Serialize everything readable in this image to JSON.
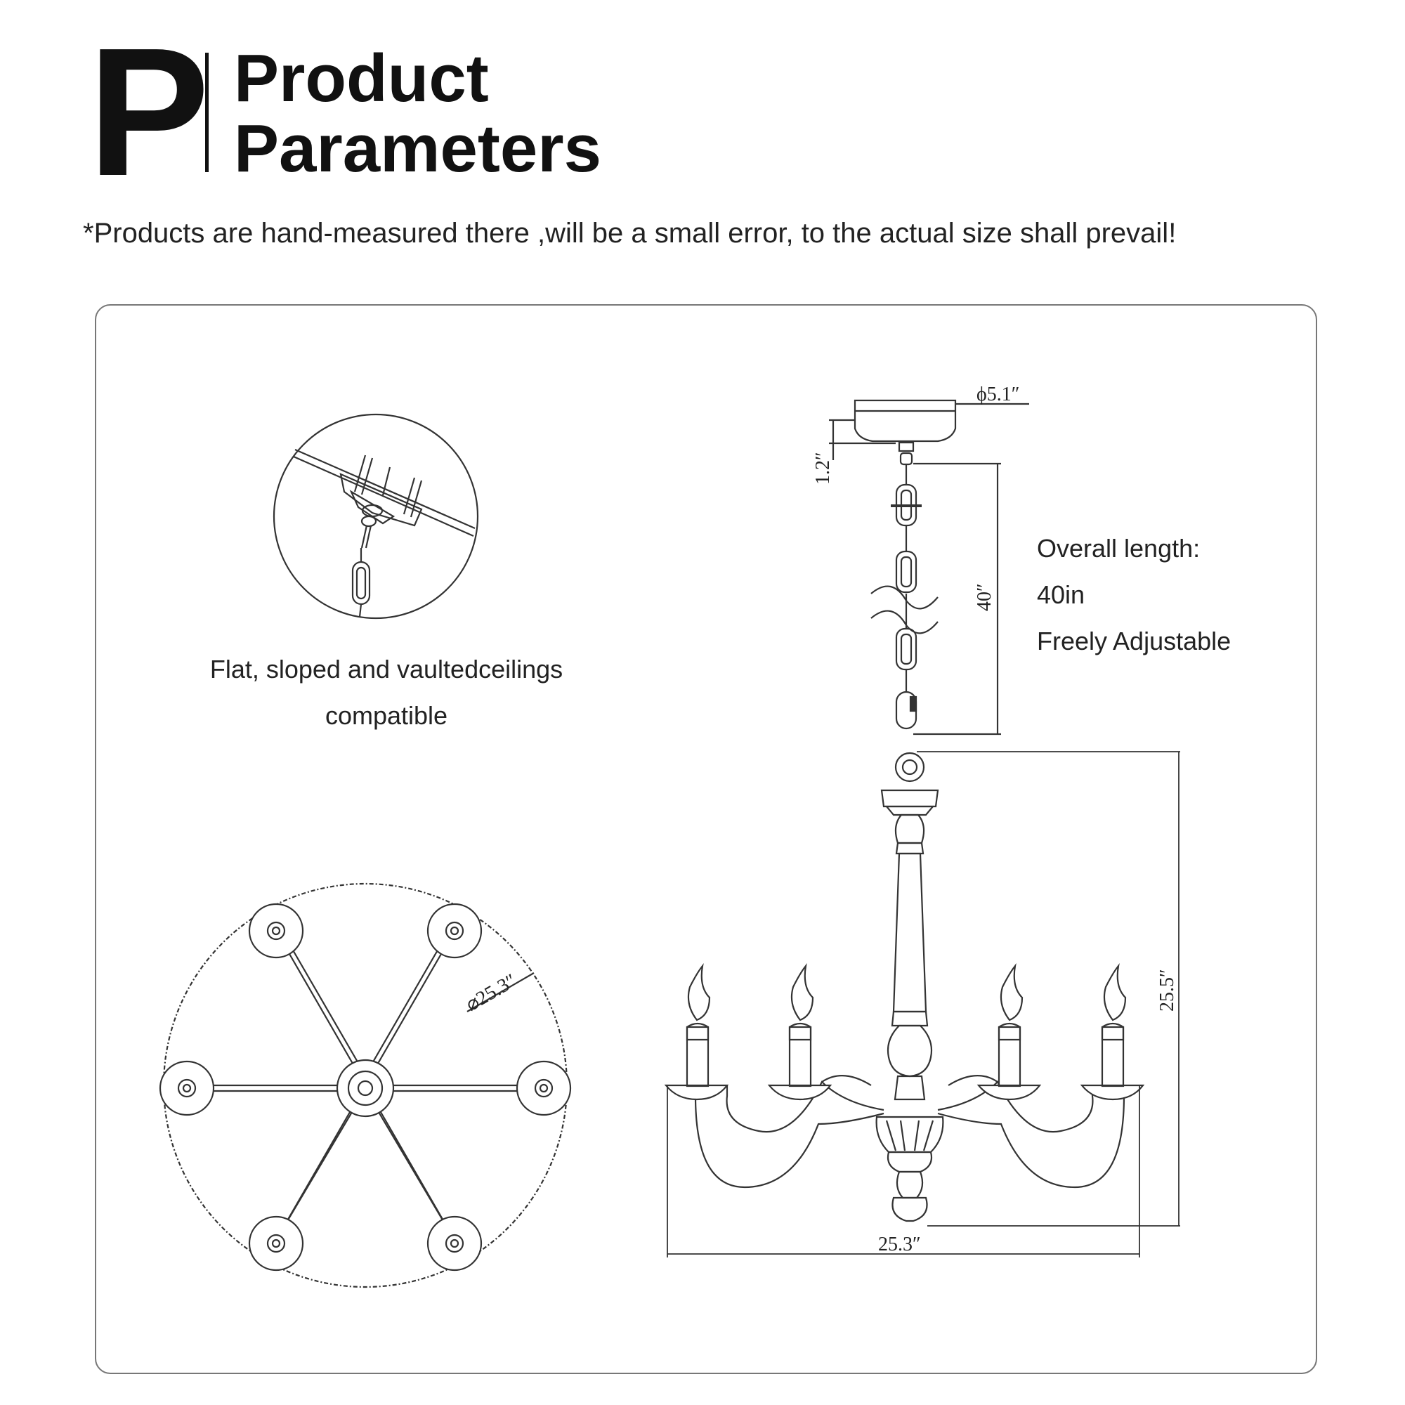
{
  "header": {
    "logo_letter": "P",
    "title_line1": "Product",
    "title_line2": "Parameters"
  },
  "note": "*Products are hand-measured there ,will be a small error, to the actual size shall prevail!",
  "mount_caption": {
    "line1": "Flat, sloped and vaultedceilings",
    "line2": "compatible"
  },
  "length_info": {
    "line1": "Overall length:",
    "line2": "40in",
    "line3": "Freely Adjustable"
  },
  "dimensions": {
    "canopy_diameter": "ϕ5.1″",
    "canopy_height": "1.2″",
    "chain_length": "40″",
    "top_diameter": "⌀25.3″",
    "body_height": "25.5″",
    "body_width": "25.3″"
  }
}
